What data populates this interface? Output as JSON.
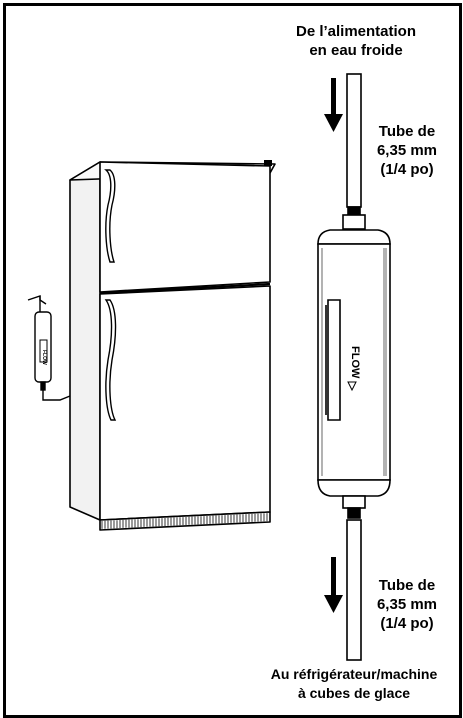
{
  "labels": {
    "from_supply": {
      "line1": "De l’alimentation",
      "line2": "en eau froide"
    },
    "tube_top": {
      "line1": "Tube de",
      "line2": "6,35 mm",
      "line3": "(1/4 po)"
    },
    "tube_bottom": {
      "line1": "Tube de",
      "line2": "6,35 mm",
      "line3": "(1/4 po)"
    },
    "to_fridge": {
      "line1": "Au réfrigérateur/machine",
      "line2": "à cubes de glace"
    },
    "filter_marking": "FLOW",
    "small_filter_marking": "FLOW"
  },
  "colors": {
    "ink": "#000000",
    "paper": "#ffffff",
    "shade": "#d9d9d9"
  }
}
